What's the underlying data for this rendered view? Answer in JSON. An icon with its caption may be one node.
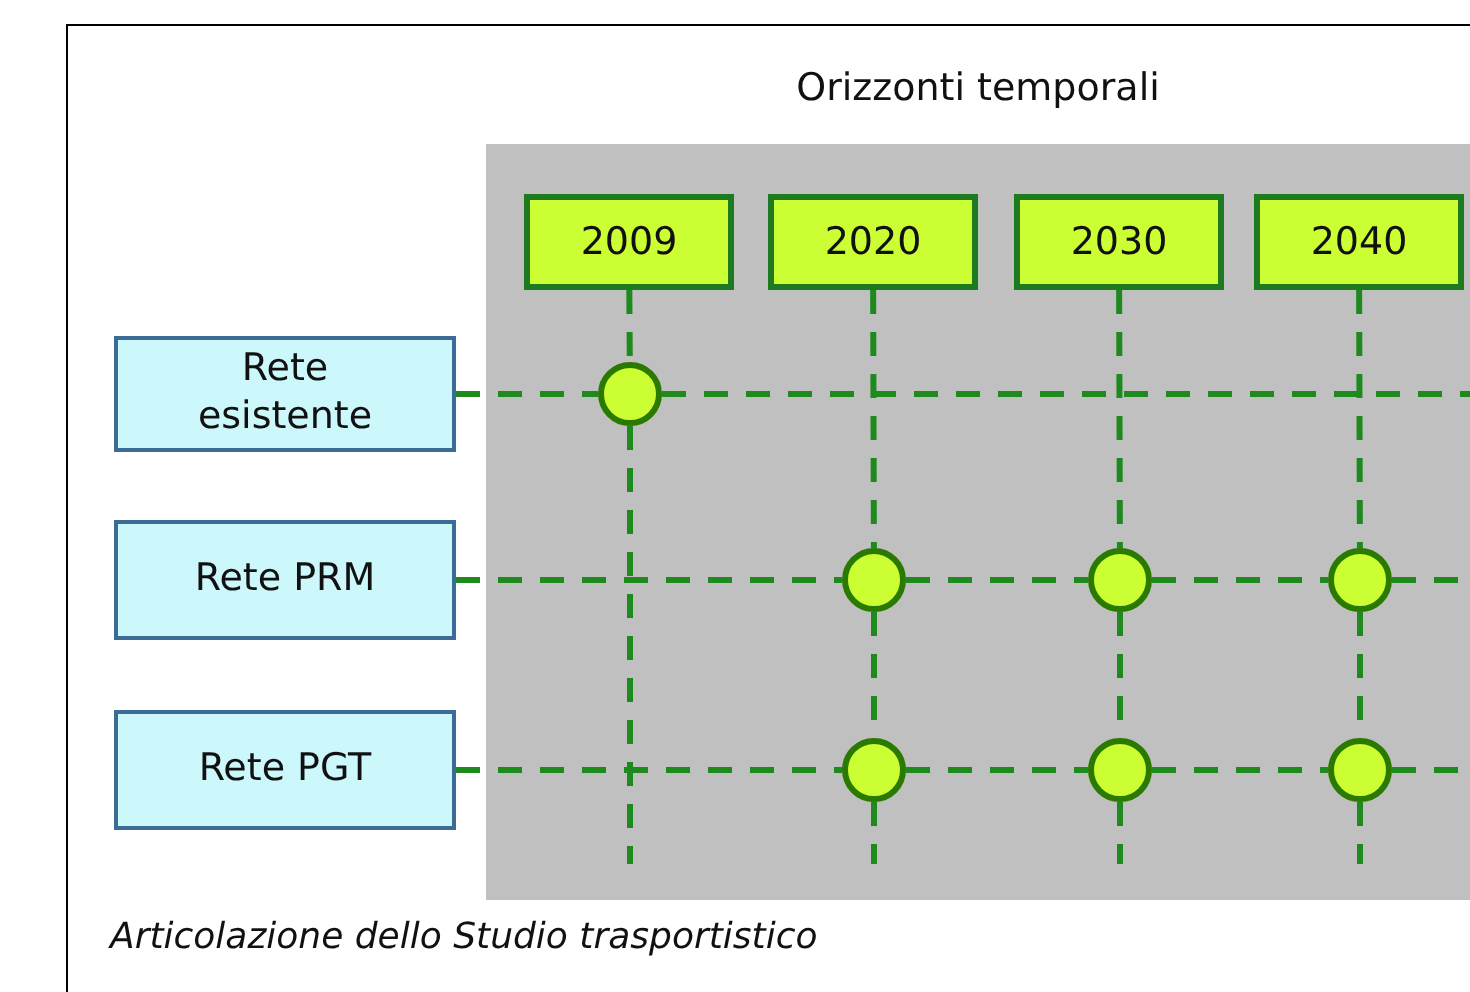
{
  "diagram": {
    "caption": "Articolazione dello Studio trasportistico",
    "nodes": [
      {
        "text": [
          "Orizzonti temporali"
        ]
      },
      {
        "text": [
          "2009"
        ],
        "in": 0
      },
      {
        "text": [
          "2020"
        ],
        "in": 0
      },
      {
        "text": [
          "2030"
        ],
        "in": 0
      },
      {
        "text": [
          "2040"
        ],
        "in": 0
      },
      {
        "text": [
          "Rete esistente"
        ]
      },
      {
        "text": [
          "Rete PRM"
        ]
      },
      {
        "text": [
          "Rete PGT"
        ]
      },
      {
        "text": [],
        "shape": "circle",
        "in": 0
      },
      {
        "text": [],
        "shape": "circle",
        "in": 0
      },
      {
        "text": [],
        "shape": "circle",
        "in": 0
      },
      {
        "text": [],
        "shape": "circle",
        "in": 0
      },
      {
        "text": [],
        "shape": "circle",
        "in": 0
      },
      {
        "text": [],
        "shape": "circle",
        "in": 0
      },
      {
        "text": [],
        "shape": "circle",
        "in": 0
      }
    ],
    "edges": [
      {
        "from": 5,
        "to": 8,
        "arrow": "none",
        "style": "dashed"
      },
      {
        "from": 8,
        "to": null,
        "arrow": "none",
        "style": "dashed"
      },
      {
        "from": 6,
        "to": 9,
        "arrow": "none",
        "style": "dashed"
      },
      {
        "from": 9,
        "to": 10,
        "arrow": "none",
        "style": "dashed"
      },
      {
        "from": 10,
        "to": 11,
        "arrow": "none",
        "style": "dashed"
      },
      {
        "from": 11,
        "to": null,
        "arrow": "none",
        "style": "dashed"
      },
      {
        "from": 7,
        "to": 12,
        "arrow": "none",
        "style": "dashed"
      },
      {
        "from": 12,
        "to": 13,
        "arrow": "none",
        "style": "dashed"
      },
      {
        "from": 13,
        "to": 14,
        "arrow": "none",
        "style": "dashed"
      },
      {
        "from": 14,
        "to": null,
        "arrow": "none",
        "style": "dashed"
      },
      {
        "from": 1,
        "to": 8,
        "arrow": "none",
        "style": "dashed"
      },
      {
        "from": 8,
        "to": null,
        "arrow": "none",
        "style": "dashed"
      },
      {
        "from": 2,
        "to": 9,
        "arrow": "none",
        "style": "dashed"
      },
      {
        "from": 9,
        "to": 12,
        "arrow": "none",
        "style": "dashed"
      },
      {
        "from": 12,
        "to": null,
        "arrow": "none",
        "style": "dashed"
      },
      {
        "from": 3,
        "to": 10,
        "arrow": "none",
        "style": "dashed"
      },
      {
        "from": 10,
        "to": 13,
        "arrow": "none",
        "style": "dashed"
      },
      {
        "from": 13,
        "to": null,
        "arrow": "none",
        "style": "dashed"
      },
      {
        "from": 4,
        "to": 11,
        "arrow": "none",
        "style": "dashed"
      },
      {
        "from": 11,
        "to": 14,
        "arrow": "none",
        "style": "dashed"
      },
      {
        "from": 14,
        "to": null,
        "arrow": "none",
        "style": "dashed"
      }
    ]
  }
}
